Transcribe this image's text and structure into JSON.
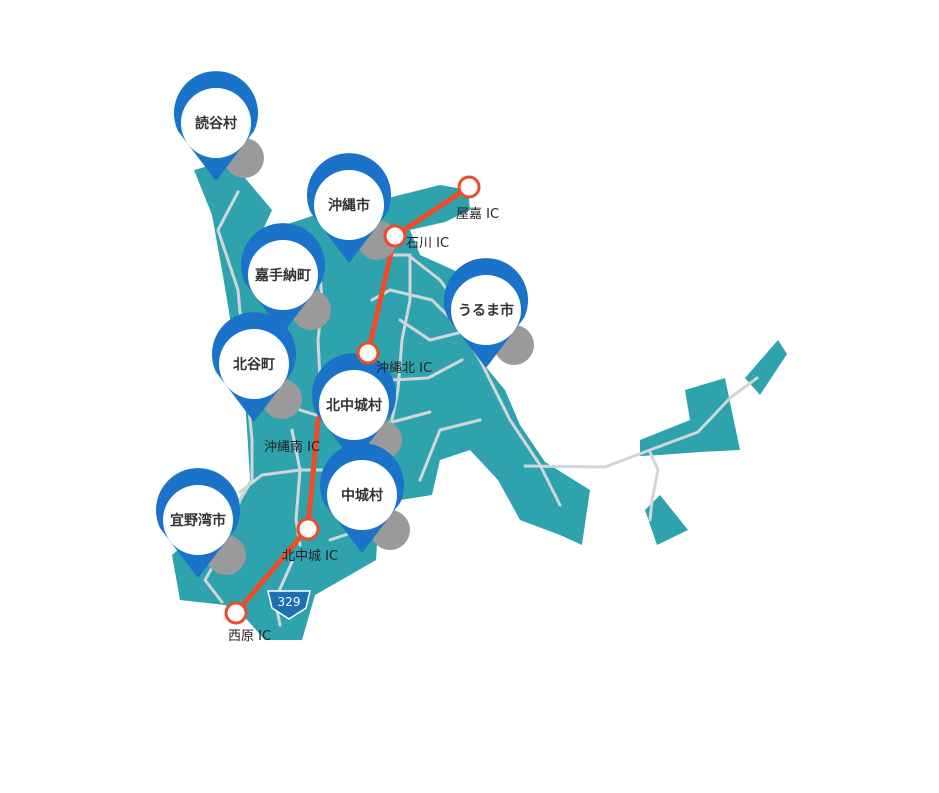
{
  "colors": {
    "land": "#2ea3ad",
    "road": "#cfd3d6",
    "expressway": "#ee4b27",
    "pin_blue": "#1a73c8",
    "pin_shadow": "#9a9a9a",
    "route_badge": "#1f6fb4"
  },
  "municipalities": [
    {
      "id": "yomitan",
      "label": "読谷村"
    },
    {
      "id": "okinawa",
      "label": "沖縄市"
    },
    {
      "id": "kadena",
      "label": "嘉手納町"
    },
    {
      "id": "uruma",
      "label": "うるま市"
    },
    {
      "id": "chatan",
      "label": "北谷町"
    },
    {
      "id": "kitanakagusuku",
      "label": "北中城村"
    },
    {
      "id": "nakagusuku",
      "label": "中城村"
    },
    {
      "id": "ginowan",
      "label": "宜野湾市"
    }
  ],
  "interchanges": [
    {
      "id": "yaka",
      "label": "屋嘉 IC"
    },
    {
      "id": "ishikawa",
      "label": "石川 IC"
    },
    {
      "id": "okinawa_kita",
      "label": "沖縄北 IC"
    },
    {
      "id": "okinawa_minami",
      "label": "沖縄南 IC"
    },
    {
      "id": "kitanakagusuku",
      "label": "北中城 IC"
    },
    {
      "id": "nishihara",
      "label": "西原 IC"
    }
  ],
  "route_badge": {
    "label": "329"
  }
}
